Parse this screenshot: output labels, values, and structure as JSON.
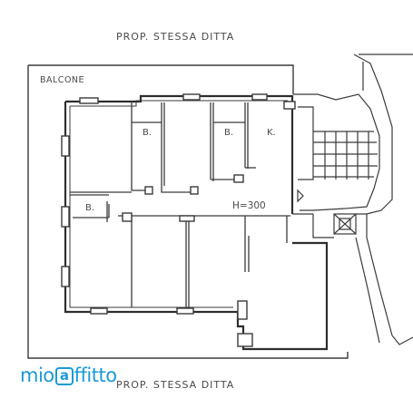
{
  "labels": {
    "top_owner": "PROP. STESSA DITTA",
    "bottom_owner": "PROP. STESSA DITTA",
    "balcony": "BALCONE",
    "bath_1": "B.",
    "bath_2": "B.",
    "kitchen": "K.",
    "bath_3": "B.",
    "height": "H=300"
  },
  "logo": {
    "text_left": "mio",
    "mark": "a",
    "text_right": "ffitto",
    "color": "#1a9ad6"
  }
}
